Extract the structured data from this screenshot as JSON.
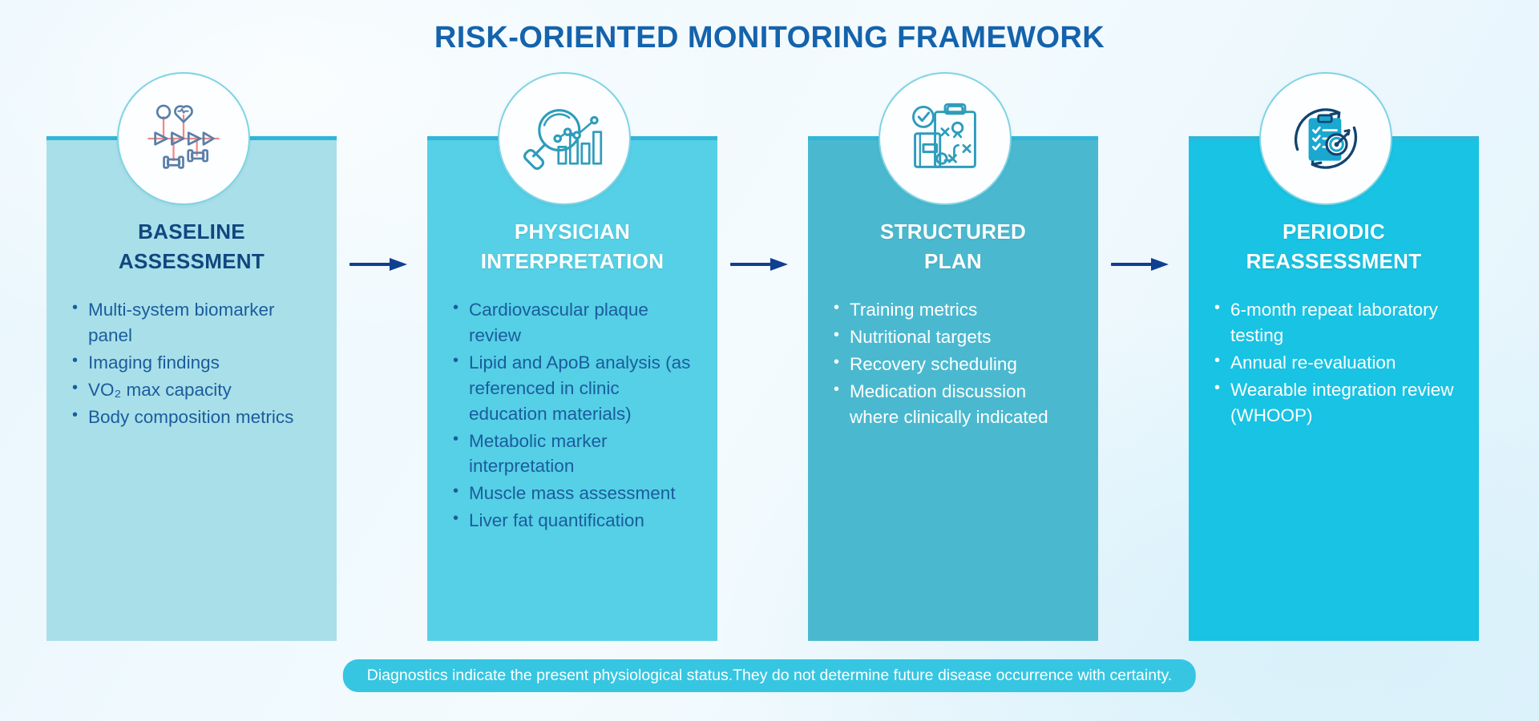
{
  "header": {
    "title": "RISK-ORIENTED MONITORING FRAMEWORK"
  },
  "colors": {
    "title_blue": "#1463ac",
    "col1_bg": "#a9dfe9",
    "col2_bg": "#55d0e6",
    "col3_bg": "#4ab9cf",
    "col4_bg": "#18c3e3",
    "top_border": "#2fb6d9",
    "bullet_navy": "#1b5c9c",
    "footer_bg": "#36c6e2",
    "arrow_navy": "#0f3f8f"
  },
  "stages": [
    {
      "id": "baseline-assessment",
      "title": "BASELINE\nASSESSMENT",
      "title_line1": "BASELINE",
      "title_line2": "ASSESSMENT",
      "icon": "health-timeline-icon",
      "bullets": [
        "Multi-system biomarker panel",
        "Imaging findings",
        "VO₂ max capacity",
        "Body composition metrics"
      ]
    },
    {
      "id": "physician-interpretation",
      "title": "PHYSICIAN\nINTERPRETATION",
      "title_line1": "PHYSICIAN",
      "title_line2": "INTERPRETATION",
      "icon": "magnifier-chart-icon",
      "bullets": [
        "Cardiovascular plaque review",
        "Lipid and ApoB analysis (as referenced in clinic education materials)",
        "Metabolic marker interpretation",
        "Muscle mass assessment",
        "Liver fat quantification"
      ]
    },
    {
      "id": "structured-plan",
      "title": "STRUCTURED\nPLAN",
      "title_line1": "STRUCTURED",
      "title_line2": "PLAN",
      "icon": "strategy-clipboard-icon",
      "bullets": [
        "Training metrics",
        "Nutritional targets",
        "Recovery scheduling",
        "Medication discussion where clinically indicated"
      ]
    },
    {
      "id": "periodic-reassessment",
      "title": "PERIODIC\nREASSESSMENT",
      "title_line1": "PERIODIC",
      "title_line2": "REASSESSMENT",
      "icon": "checklist-target-cycle-icon",
      "bullets": [
        "6-month repeat laboratory testing",
        "Annual re-evaluation",
        "Wearable integration review (WHOOP)"
      ]
    }
  ],
  "arrows": [
    {
      "name": "arrow-baseline-to-physician"
    },
    {
      "name": "arrow-physician-to-plan"
    },
    {
      "name": "arrow-plan-to-reassessment"
    }
  ],
  "footer": {
    "disclaimer": "Diagnostics indicate the present physiological status.They do not determine future disease occurrence with certainty."
  }
}
